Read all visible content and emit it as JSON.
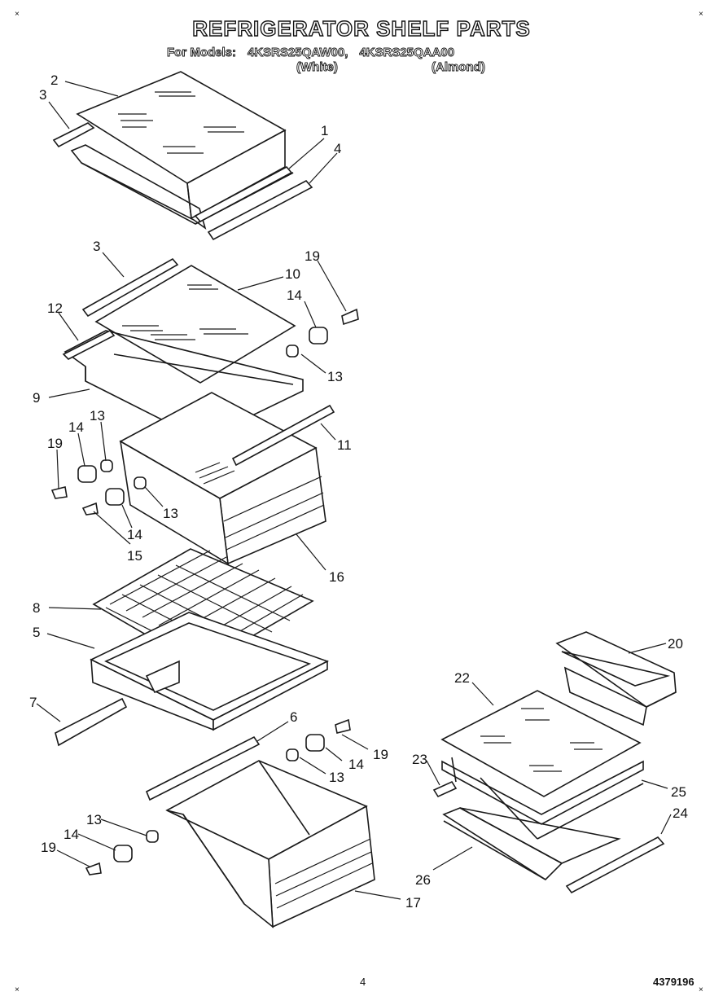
{
  "header": {
    "title": "REFRIGERATOR SHELF PARTS",
    "models_prefix": "For Models:",
    "model_white": "4KSRS25QAW00,",
    "model_almond": "4KSRS25QAA00",
    "finish_white": "(White)",
    "finish_almond": "(Almond)"
  },
  "footer": {
    "page_number": "4",
    "document_number": "4379196"
  },
  "callouts": {
    "c1": "1",
    "c2": "2",
    "c3a": "3",
    "c3b": "3",
    "c4": "4",
    "c5": "5",
    "c6": "6",
    "c7": "7",
    "c8": "8",
    "c9": "9",
    "c10": "10",
    "c11": "11",
    "c12": "12",
    "c13a": "13",
    "c13b": "13",
    "c13c": "13",
    "c13d": "13",
    "c13e": "13",
    "c14a": "14",
    "c14b": "14",
    "c14c": "14",
    "c14d": "14",
    "c14e": "14",
    "c15": "15",
    "c16": "16",
    "c17": "17",
    "c19a": "19",
    "c19b": "19",
    "c19c": "19",
    "c19d": "19",
    "c20": "20",
    "c22": "22",
    "c23": "23",
    "c24": "24",
    "c25": "25",
    "c26": "26"
  }
}
